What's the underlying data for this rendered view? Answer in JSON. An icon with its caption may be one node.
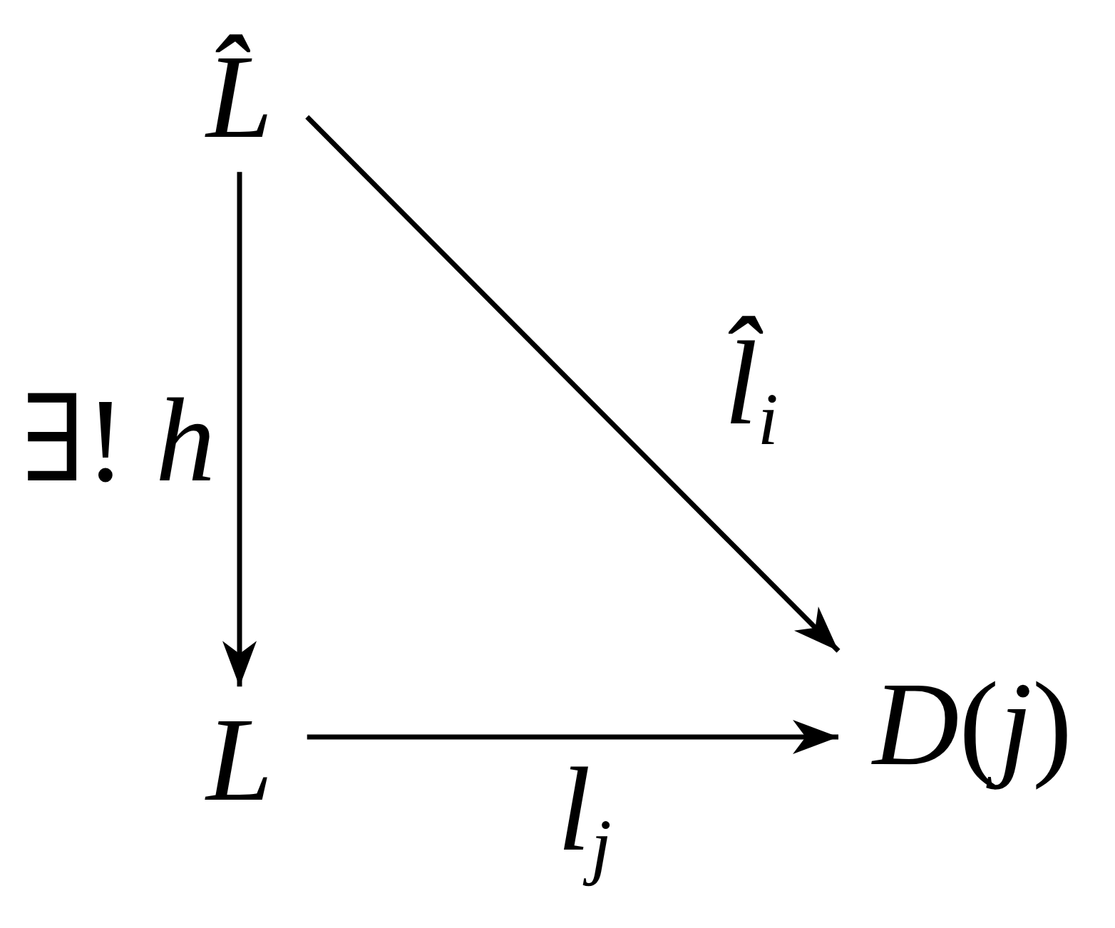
{
  "diagram": {
    "nodes": [
      {
        "text": [
          "L̂"
        ]
      },
      {
        "text": [
          "L"
        ]
      },
      {
        "text": [
          "*D*(*j*)"
        ]
      }
    ],
    "edges": [
      {
        "from": 0,
        "to": 1,
        "arrow": "to",
        "label": "∃! *h*"
      },
      {
        "from": 0,
        "to": 2,
        "arrow": "to",
        "label": "l̂$_{i}$"
      },
      {
        "from": 1,
        "to": 2,
        "arrow": "to",
        "label": "l$_{j}$"
      }
    ]
  }
}
